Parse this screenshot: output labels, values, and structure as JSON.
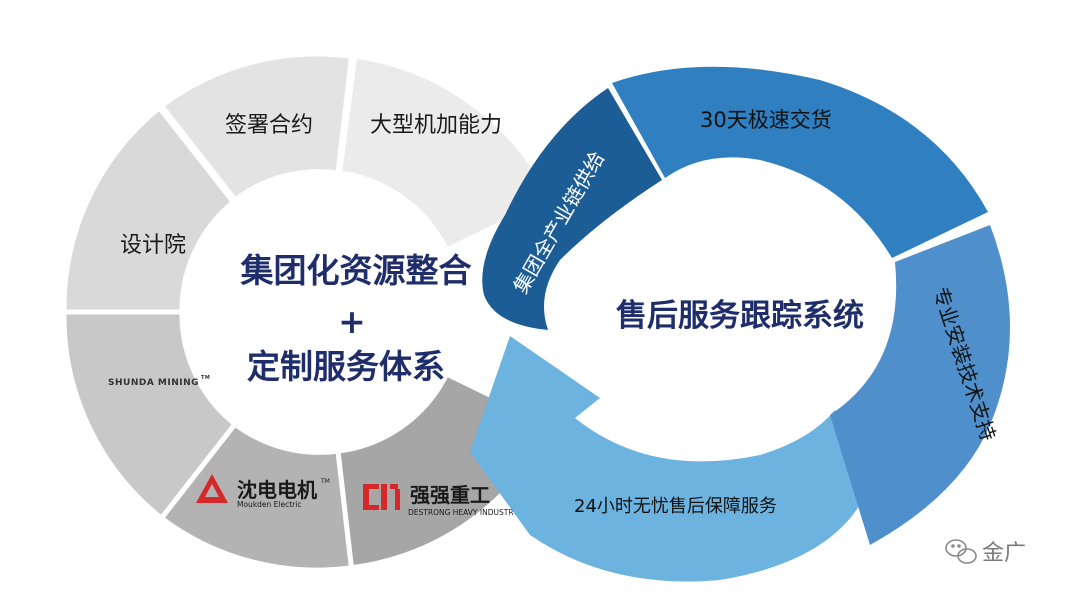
{
  "left_ring": {
    "center_line1": "集团化资源整合",
    "center_plus": "+",
    "center_line2": "定制服务体系",
    "segments": {
      "design": "设计院",
      "contract": "签署合约",
      "machining": "大型机加能力",
      "shunda": "SHUNDA MINING",
      "shunda_tm": "TM",
      "shendian_cn": "沈电电机",
      "shendian_en": "Moukden Electric",
      "shendian_tm": "TM",
      "qiangqiang_cn": "强强重工",
      "qiangqiang_en": "DESTRONG HEAVY INDUSTRY",
      "qiangqiang_reg": "®"
    }
  },
  "right_ring": {
    "center": "售后服务跟踪系统",
    "arcs": {
      "supply_chain": "集团全产业链供给",
      "delivery": "30天极速交货",
      "install": "专业安装技术支持",
      "service": "24小时无忧售后保障服务"
    }
  },
  "watermark": {
    "text": "金广",
    "icon": "wechat-icon"
  },
  "colors": {
    "seg_light": "#ebebeb",
    "seg_mid": "#d9d9d9",
    "seg_dark": "#c8c8c8",
    "seg_darker": "#b2b2b2",
    "seg_darkest": "#a3a3a3",
    "arc_navy": "#1d5d96",
    "arc_blue": "#2f7fc1",
    "arc_mid": "#4f8fcb",
    "arc_light": "#6db3e0",
    "text_navy": "#1f2d6b"
  }
}
